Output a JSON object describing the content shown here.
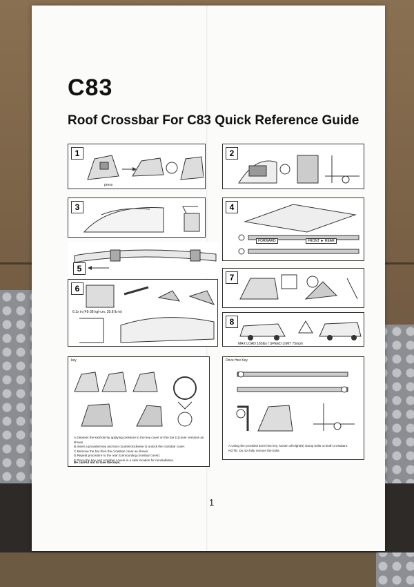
{
  "document": {
    "model": "C83",
    "title": "Roof Crossbar For C83 Quick Reference Guide",
    "page_number": "1"
  },
  "steps": [
    {
      "id": "1",
      "label": "press"
    },
    {
      "id": "2",
      "label": ""
    },
    {
      "id": "3",
      "label": ""
    },
    {
      "id": "4",
      "label_forward": "FORWARD",
      "label_front_rear": "FRONT ► REAR"
    },
    {
      "id": "5",
      "label": ""
    },
    {
      "id": "6",
      "label": "6.1x in (45-38 kgf·cm, 39.8 lb·in)"
    },
    {
      "id": "7",
      "label": ""
    },
    {
      "id": "8",
      "label": "MAX LOAD 165lbs / SPEED LIMIT 75mph"
    }
  ],
  "lower_panels": {
    "left": {
      "header": "key",
      "notes": [
        "A.Depress the keyhole by applying pressure to the key cover on the bar (1)cover versions as shown.",
        "B.Insert a provided key and turn counterclockwise to unlock the crossbar cover.",
        "C.Remove the bar then the crossbar cover as shown.",
        "D.Repeat procedure to the rear (Unmounting crossbar cover).",
        "E.Place the key and crossbar covers in a safe location for reinstallation."
      ],
      "caution": "Be careful not to lose the keys."
    },
    "right": {
      "header": "Drive Hex Key",
      "notes": [
        "A.Using the provided 5mm hex key, loosen all eight(8) clamp bolts on both crossbars.",
        "NOTE: Do not fully remove the bolts."
      ]
    }
  },
  "colors": {
    "paper": "#fbfbfa",
    "ink": "#111111",
    "cardboard": "#7a6247"
  }
}
